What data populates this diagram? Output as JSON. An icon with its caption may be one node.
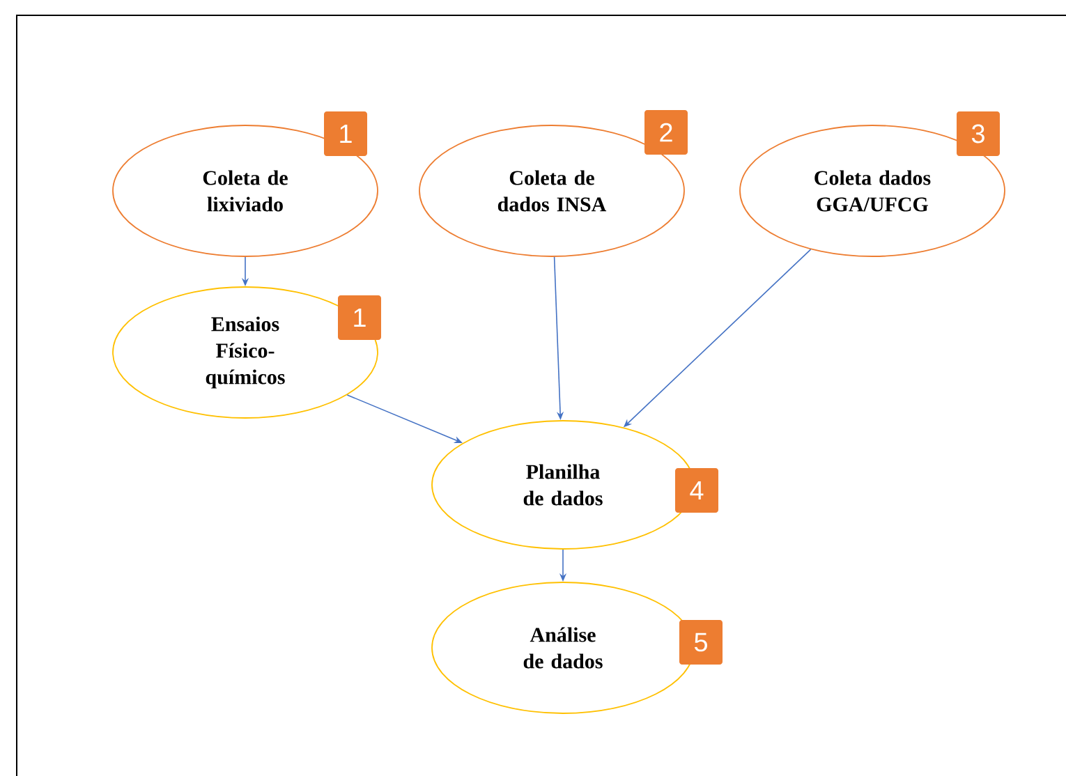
{
  "diagram": {
    "nodes": [
      {
        "text": [
          "Coleta de lixiviado"
        ],
        "beside": [
          "1"
        ]
      },
      {
        "text": [
          "Coleta de dados INSA"
        ],
        "beside": [
          "2"
        ]
      },
      {
        "text": [
          "Coleta dados GGA/UFCG"
        ],
        "beside": [
          "3"
        ]
      },
      {
        "text": [
          "Ensaios Físico-químicos"
        ],
        "beside": [
          "1"
        ]
      },
      {
        "text": [
          "Planilha de dados"
        ],
        "beside": [
          "4"
        ]
      },
      {
        "text": [
          "Análise de dados"
        ],
        "beside": [
          "5"
        ]
      }
    ],
    "edges": [
      {
        "from": 0,
        "to": 3,
        "arrow": "to"
      },
      {
        "from": 1,
        "to": 4,
        "arrow": "to"
      },
      {
        "from": 2,
        "to": 4,
        "arrow": "to"
      },
      {
        "from": 3,
        "to": 4,
        "arrow": "to"
      },
      {
        "from": 4,
        "to": 5,
        "arrow": "to"
      }
    ]
  }
}
